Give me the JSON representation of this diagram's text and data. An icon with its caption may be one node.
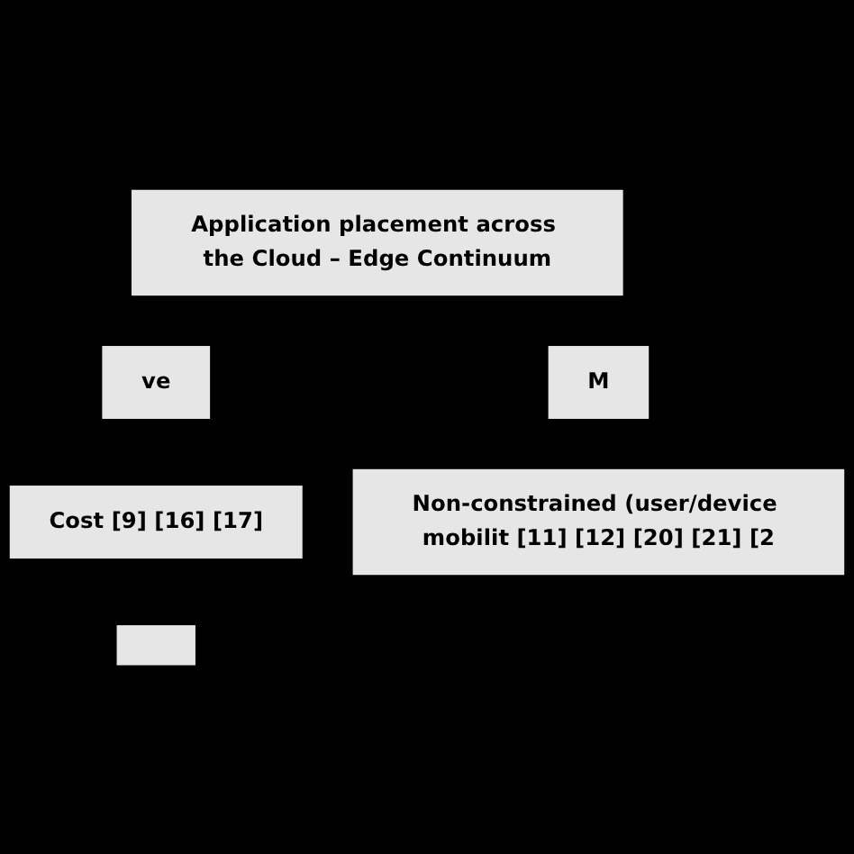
{
  "diagram": {
    "nodes": [
      {
        "text": [
          "Application placement across the Cloud – Edge Continuum"
        ]
      },
      {
        "text": [
          "ve"
        ]
      },
      {
        "text": [
          "M"
        ]
      },
      {
        "text": [
          "Cost [9] [16] [17]"
        ]
      },
      {
        "text": [
          "Non-constrained (user/device mobilit [11] [12] [20] [21] [2"
        ]
      },
      {
        "text": [],
        "shape": "box"
      }
    ]
  }
}
